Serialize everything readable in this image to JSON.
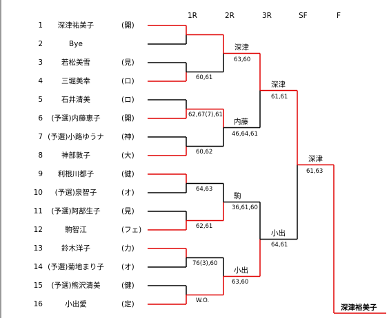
{
  "rounds": [
    "1R",
    "2R",
    "3R",
    "SF",
    "F"
  ],
  "players": [
    {
      "no": "1",
      "name": "深津祐美子",
      "aff": "(開)"
    },
    {
      "no": "2",
      "name": "Bye",
      "aff": ""
    },
    {
      "no": "3",
      "name": "若松美雪",
      "aff": "(見)"
    },
    {
      "no": "4",
      "name": "三堀美幸",
      "aff": "(ロ)"
    },
    {
      "no": "5",
      "name": "石井清美",
      "aff": "(ロ)"
    },
    {
      "no": "6",
      "name": "(予選)内藤恵子",
      "aff": "(開)"
    },
    {
      "no": "7",
      "name": "(予選)小路ゆうナ",
      "aff": "(神)"
    },
    {
      "no": "8",
      "name": "神部敦子",
      "aff": "(大)"
    },
    {
      "no": "9",
      "name": "利根川都子",
      "aff": "(健)"
    },
    {
      "no": "10",
      "name": "(予選)泉智子",
      "aff": "(オ)"
    },
    {
      "no": "11",
      "name": "(予選)阿部生子",
      "aff": "(見)"
    },
    {
      "no": "12",
      "name": "駒智江",
      "aff": "(フェ)"
    },
    {
      "no": "13",
      "name": "鈴木洋子",
      "aff": "(力)"
    },
    {
      "no": "14",
      "name": "(予選)菊地まり子",
      "aff": "(オ)"
    },
    {
      "no": "15",
      "name": "(予選)熊沢清美",
      "aff": "(健)"
    },
    {
      "no": "16",
      "name": "小出愛",
      "aff": "(定)"
    }
  ],
  "r1_scores": [
    "",
    "60,61",
    "62,67(7),61",
    "60,62",
    "64,63",
    "62,61",
    "76(3),60",
    "W.O."
  ],
  "r2_winners": [
    {
      "name": "深津",
      "score": "63,60"
    },
    {
      "name": "内藤",
      "score": "46,64,61"
    },
    {
      "name": "駒",
      "score": "36,61,60"
    },
    {
      "name": "小出",
      "score": "63,60"
    }
  ],
  "r3_winners": [
    {
      "name": "深津",
      "score": "61,61"
    },
    {
      "name": "小出",
      "score": "64,61"
    }
  ],
  "sf_winner": {
    "name": "深津",
    "score": "61,63"
  },
  "champion": "深津裕美子",
  "line_color": "#e00000"
}
